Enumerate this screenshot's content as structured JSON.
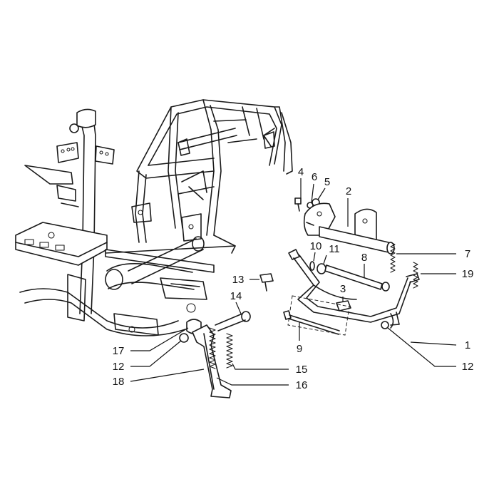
{
  "callouts": [
    {
      "id": "c1",
      "text": "1"
    },
    {
      "id": "c2",
      "text": "2"
    },
    {
      "id": "c3",
      "text": "3"
    },
    {
      "id": "c4",
      "text": "4"
    },
    {
      "id": "c5",
      "text": "5"
    },
    {
      "id": "c6",
      "text": "6"
    },
    {
      "id": "c7",
      "text": "7"
    },
    {
      "id": "c8",
      "text": "8"
    },
    {
      "id": "c9",
      "text": "9"
    },
    {
      "id": "c10",
      "text": "10"
    },
    {
      "id": "c11",
      "text": "11"
    },
    {
      "id": "c12a",
      "text": "12"
    },
    {
      "id": "c12b",
      "text": "12"
    },
    {
      "id": "c13",
      "text": "13"
    },
    {
      "id": "c14",
      "text": "14"
    },
    {
      "id": "c15",
      "text": "15"
    },
    {
      "id": "c16",
      "text": "16"
    },
    {
      "id": "c17",
      "text": "17"
    },
    {
      "id": "c18",
      "text": "18"
    },
    {
      "id": "c19",
      "text": "19"
    }
  ]
}
